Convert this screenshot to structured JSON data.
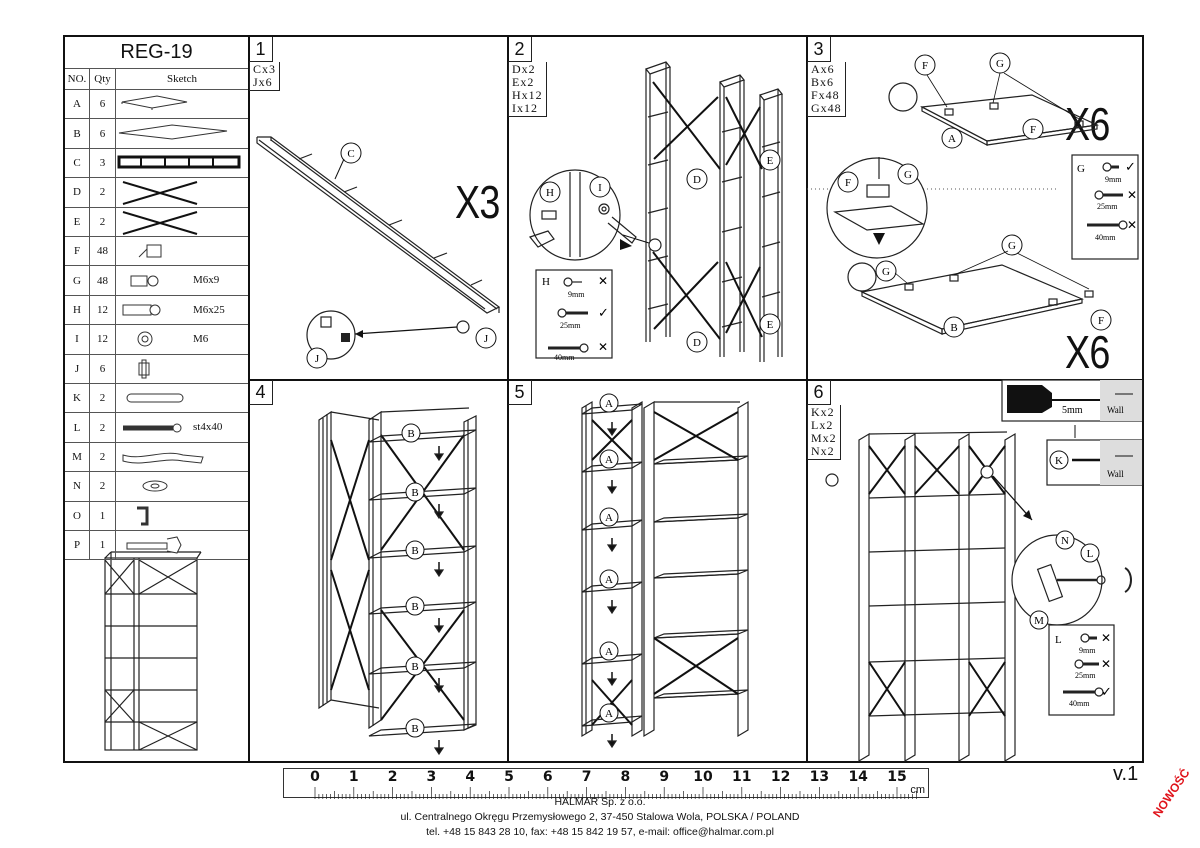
{
  "title": "REG-19",
  "parts_header": {
    "no": "NO.",
    "qty": "Qty",
    "sketch": "Sketch"
  },
  "parts": [
    {
      "no": "A",
      "qty": "6",
      "note": "",
      "icon": "shelf-panel-small-icon"
    },
    {
      "no": "B",
      "qty": "6",
      "note": "",
      "icon": "shelf-panel-large-icon"
    },
    {
      "no": "C",
      "qty": "3",
      "note": "",
      "icon": "ladder-frame-icon"
    },
    {
      "no": "D",
      "qty": "2",
      "note": "",
      "icon": "cross-brace-icon"
    },
    {
      "no": "E",
      "qty": "2",
      "note": "",
      "icon": "cross-brace-icon"
    },
    {
      "no": "F",
      "qty": "48",
      "note": "",
      "icon": "bracket-icon"
    },
    {
      "no": "G",
      "qty": "48",
      "note": "M6x9",
      "icon": "short-bolt-icon"
    },
    {
      "no": "H",
      "qty": "12",
      "note": "M6x25",
      "icon": "long-bolt-icon"
    },
    {
      "no": "I",
      "qty": "12",
      "note": "M6",
      "icon": "nut-icon"
    },
    {
      "no": "J",
      "qty": "6",
      "note": "",
      "icon": "cap-icon"
    },
    {
      "no": "K",
      "qty": "2",
      "note": "",
      "icon": "wall-plug-icon"
    },
    {
      "no": "L",
      "qty": "2",
      "note": "st4x40",
      "icon": "wood-screw-icon"
    },
    {
      "no": "M",
      "qty": "2",
      "note": "",
      "icon": "safety-strap-icon"
    },
    {
      "no": "N",
      "qty": "2",
      "note": "",
      "icon": "washer-icon"
    },
    {
      "no": "O",
      "qty": "1",
      "note": "",
      "icon": "allen-key-icon"
    },
    {
      "no": "P",
      "qty": "1",
      "note": "",
      "icon": "spanner-icon"
    }
  ],
  "steps": [
    {
      "num": "1",
      "parts": [
        "Cx3",
        "Jx6"
      ],
      "multiplier": "X3",
      "callouts": [
        "C",
        "J",
        "J"
      ]
    },
    {
      "num": "2",
      "parts": [
        "Dx2",
        "Ex2",
        "Hx12",
        "Ix12"
      ],
      "callouts": [
        "D",
        "D",
        "E",
        "E",
        "H",
        "I",
        "H"
      ]
    },
    {
      "num": "3",
      "parts": [
        "Ax6",
        "Bx6",
        "Fx48",
        "Gx48"
      ],
      "multiplier": "X6",
      "multiplier2": "X6",
      "callouts": [
        "F",
        "G",
        "A",
        "F",
        "G",
        "F",
        "G",
        "G",
        "B",
        "F"
      ]
    },
    {
      "num": "4",
      "callouts": [
        "B",
        "B",
        "B",
        "B",
        "B",
        "B"
      ]
    },
    {
      "num": "5",
      "callouts": [
        "A",
        "A",
        "A",
        "A",
        "A",
        "A"
      ]
    },
    {
      "num": "6",
      "parts": [
        "Kx2",
        "Lx2",
        "Mx2",
        "Nx2"
      ],
      "callouts": [
        "K",
        "N",
        "L",
        "M",
        "L"
      ]
    }
  ],
  "screw_guide": {
    "g_label": "G",
    "h_label": "H",
    "l_label": "L",
    "len_9": "9mm",
    "len_25": "25mm",
    "len_40": "40mm"
  },
  "drill": {
    "size": "5mm",
    "wall": "Wall"
  },
  "ruler": {
    "unit": "cm",
    "numbers": [
      "0",
      "1",
      "2",
      "3",
      "4",
      "5",
      "6",
      "7",
      "8",
      "9",
      "10",
      "11",
      "12",
      "13",
      "14",
      "15"
    ]
  },
  "footer": {
    "company": "HALMAR Sp. z o.o.",
    "address": "ul. Centralnego Okręgu Przemysłowego 2, 37-450 Stalowa Wola, POLSKA / POLAND",
    "contact": "tel. +48 15 843 28 10, fax: +48 15 842 19 57, e-mail: office@halmar.com.pl"
  },
  "version": "v.1",
  "badge": "NOWOŚĆ"
}
